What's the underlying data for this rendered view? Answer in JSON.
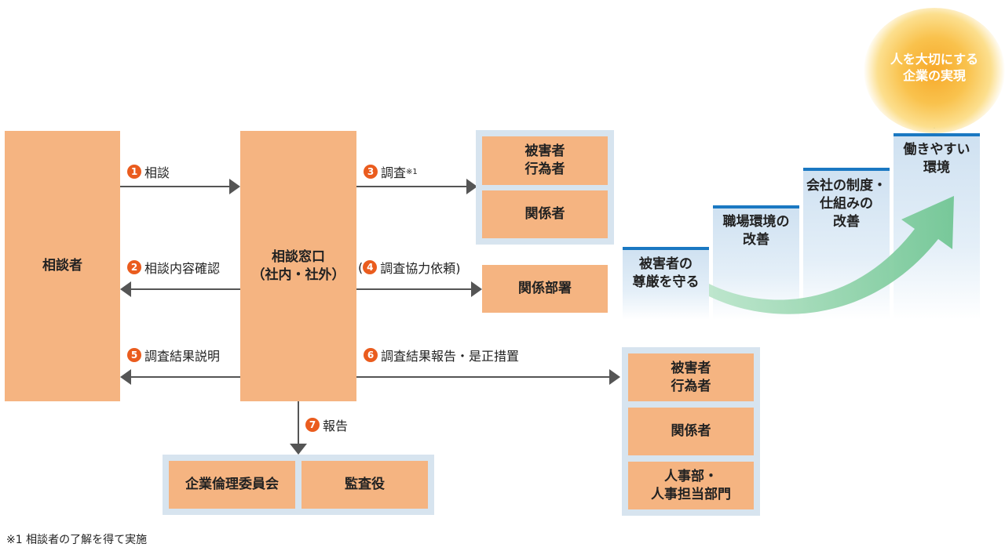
{
  "consultant": "相談者",
  "window": "相談窓口\n（社内・社外）",
  "steps": {
    "s1": {
      "num": "1",
      "text": "相談"
    },
    "s2": {
      "num": "2",
      "text": "相談内容確認"
    },
    "s3": {
      "num": "3",
      "text": "調査",
      "sup": "※1"
    },
    "s4": {
      "num": "4",
      "text": "調査協力依頼)",
      "prefix": "("
    },
    "s5": {
      "num": "5",
      "text": "調査結果説明"
    },
    "s6": {
      "num": "6",
      "text": "調査結果報告・是正措置"
    },
    "s7": {
      "num": "7",
      "text": "報告"
    }
  },
  "investigation_group": {
    "victim_perpetrator": "被害者\n行為者",
    "related": "関係者"
  },
  "related_dept": "関係部署",
  "report_group": {
    "victim_perpetrator": "被害者\n行為者",
    "related": "関係者",
    "hr": "人事部・\n人事担当部門"
  },
  "committee_group": {
    "ethics": "企業倫理委員会",
    "audit": "監査役"
  },
  "staircase": {
    "step1": "被害者の\n尊厳を守る",
    "step2": "職場環境の\n改善",
    "step3": "会社の制度・\n仕組みの\n改善",
    "step4": "働きやすい\n環境",
    "goal": "人を大切にする\n企業の実現"
  },
  "footnote": "※1 相談者の了解を得て実施",
  "colors": {
    "box": "#f5b481",
    "group_bg": "#d7e4ef",
    "number_badge": "#ea5c1e",
    "arrow": "#555555",
    "step_bar": "#1a78c2",
    "glow": "#f7a92a",
    "curve_arrow": "#6cc48f"
  }
}
